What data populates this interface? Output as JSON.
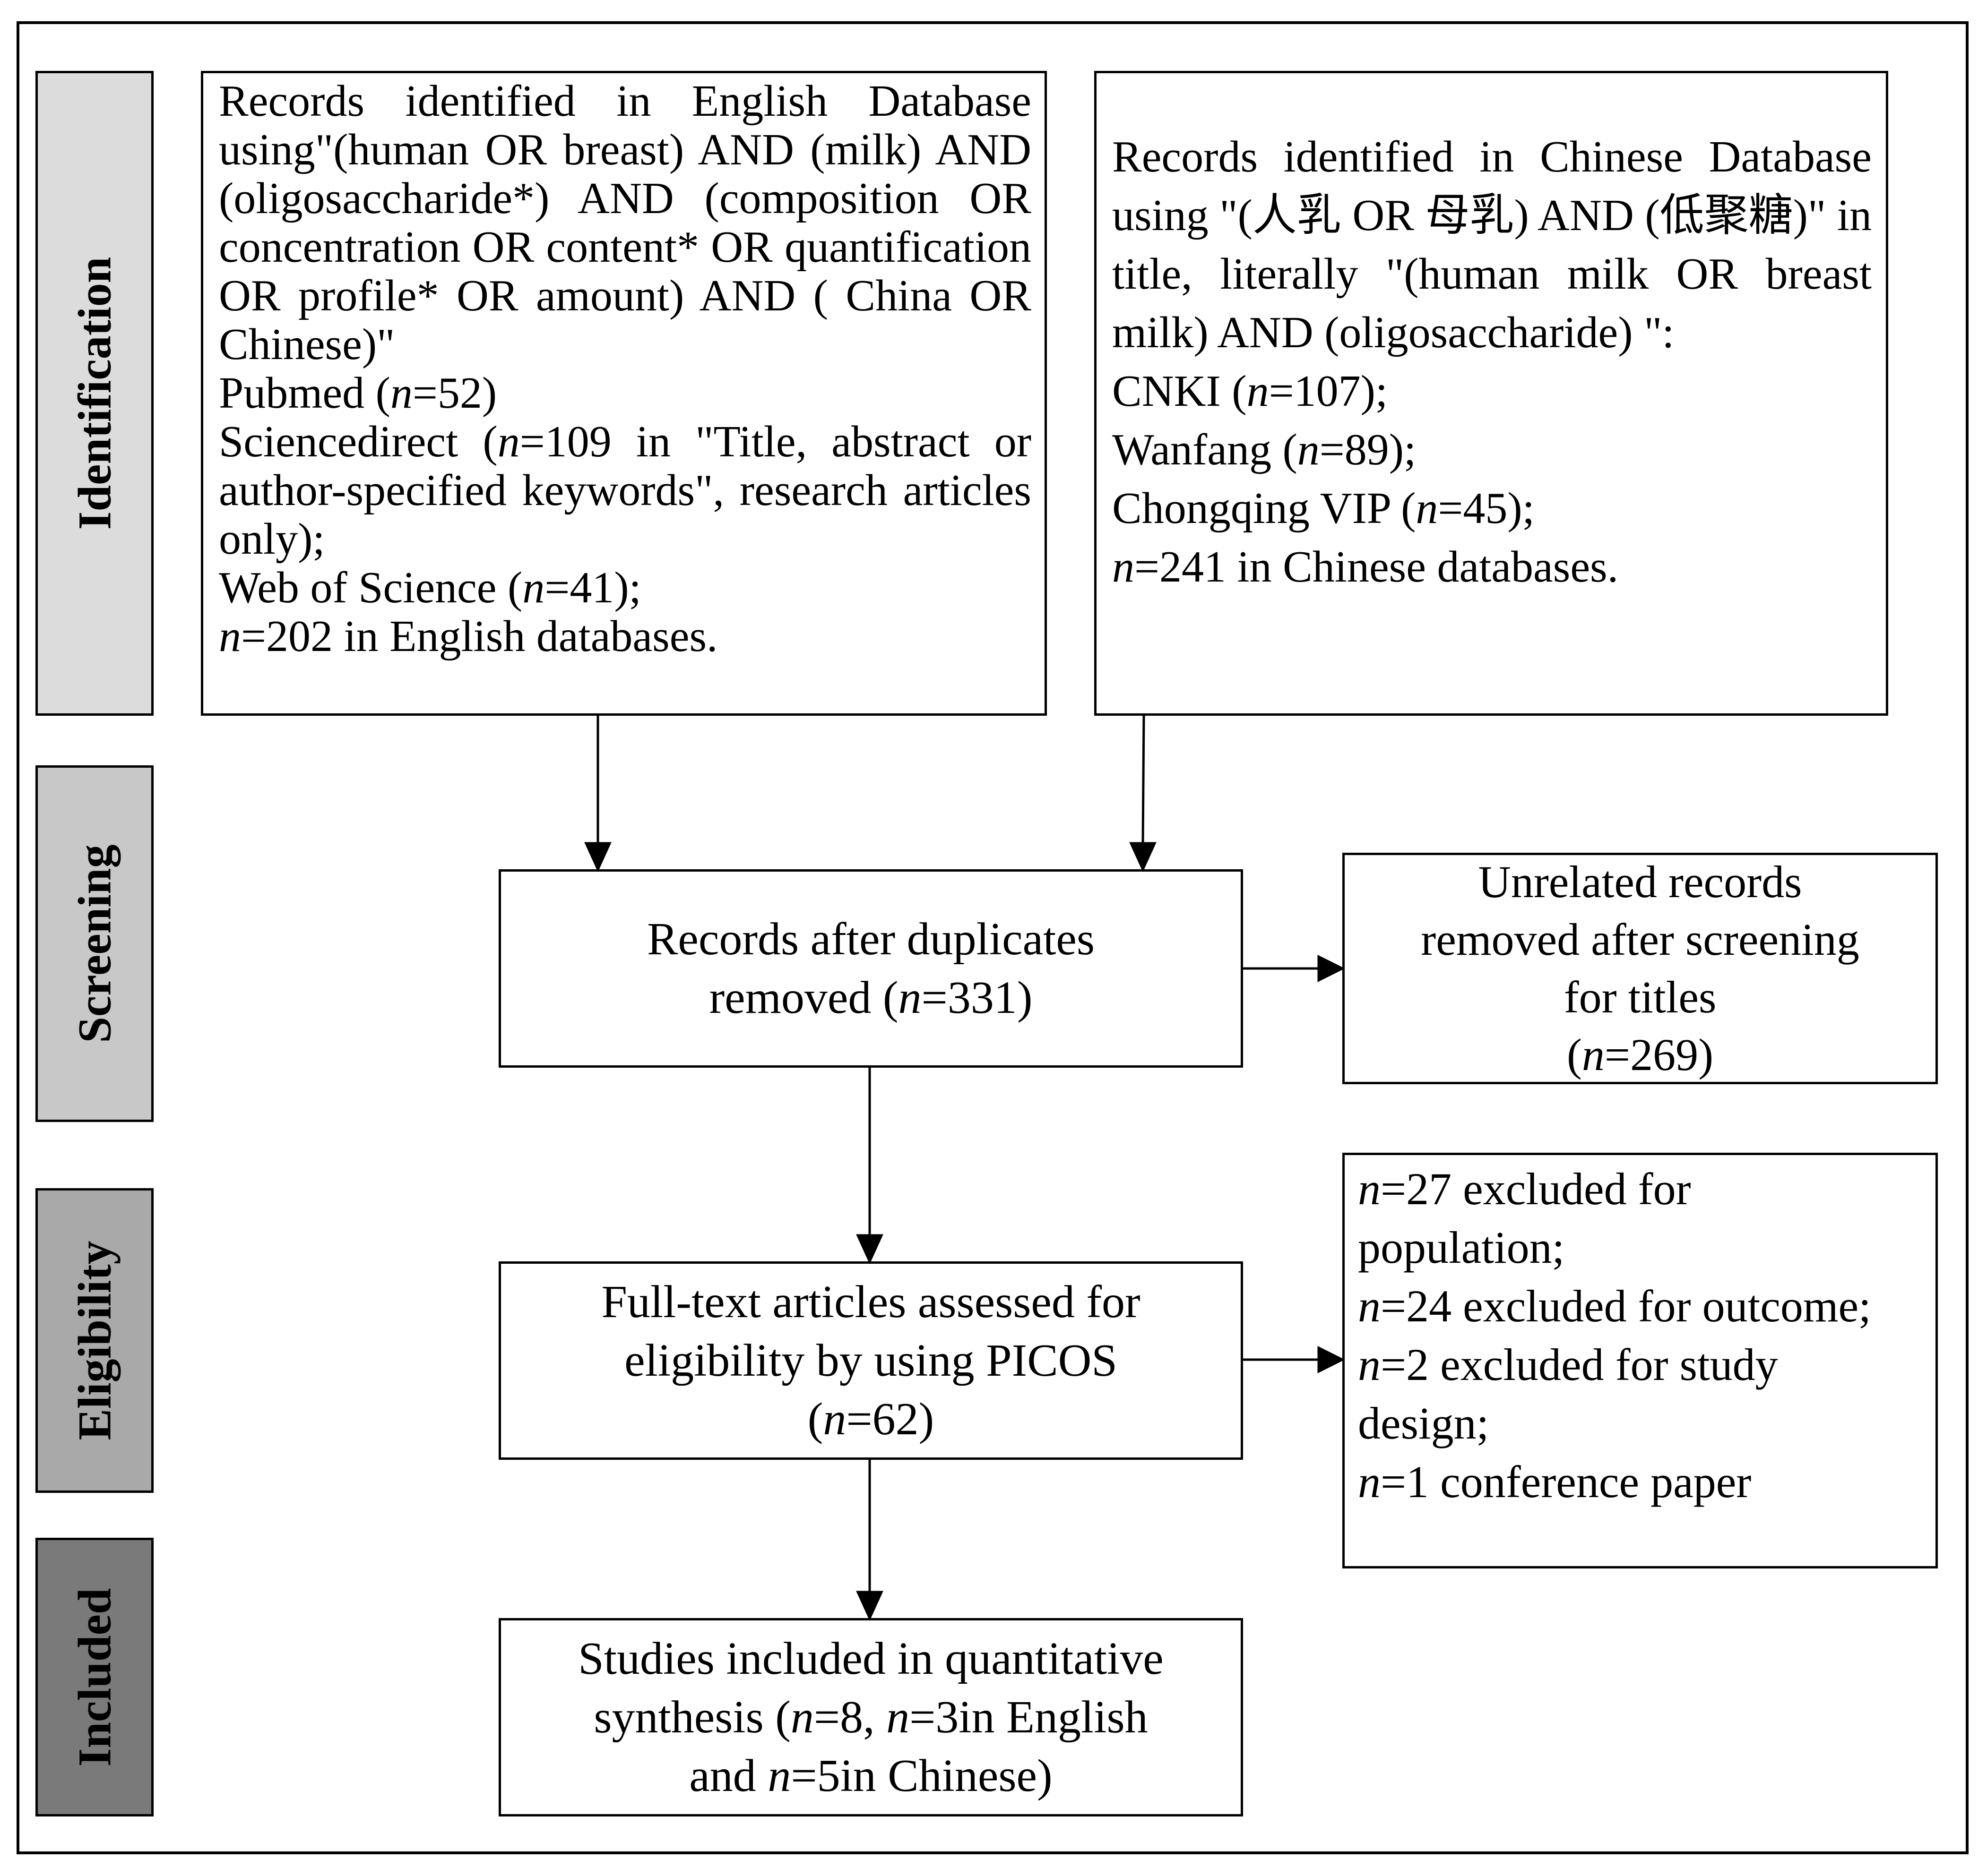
{
  "stages": {
    "identification": "Identification",
    "screening": "Screening",
    "eligibility": "Eligibility",
    "included": "Included"
  },
  "english_box": {
    "p1": "Records identified in English Database using\"(human OR breast) AND (milk) AND (oligosaccharide*) AND (composition OR concentration OR content* OR quantification OR profile* OR amount) AND ( China OR Chinese)\"",
    "p2_prefix": "Pubmed (",
    "p2_n": "n",
    "p2_suffix": "=52)",
    "p3_prefix": "Sciencedirect (",
    "p3_n": "n",
    "p3_suffix": "=109 in \"Title, abstract or author-specified keywords\", research articles only);",
    "p4_prefix": "Web of Science (",
    "p4_n": "n",
    "p4_suffix": "=41);",
    "p5_n": "n",
    "p5_suffix": "=202 in English databases."
  },
  "chinese_box": {
    "p1": "Records identified in Chinese Database using \"(人乳 OR 母乳) AND (低聚糖)\" in title, literally \"(human milk OR breast milk) AND (oligosaccharide) \":",
    "p2_prefix": "CNKI (",
    "p2_n": "n",
    "p2_suffix": "=107);",
    "p3_prefix": "Wanfang (",
    "p3_n": "n",
    "p3_suffix": "=89);",
    "p4_prefix": "Chongqing VIP (",
    "p4_n": "n",
    "p4_suffix": "=45);",
    "p5_n": "n",
    "p5_suffix": "=241 in Chinese databases."
  },
  "duplicates_box": {
    "line1": "Records after duplicates",
    "line2_prefix": "removed (",
    "line2_n": "n",
    "line2_suffix": "=331)"
  },
  "unrelated_box": {
    "line1": "Unrelated records",
    "line2": "removed after screening",
    "line3": "for titles",
    "line4_prefix": "(",
    "line4_n": "n",
    "line4_suffix": "=269)"
  },
  "fulltext_box": {
    "line1": "Full-text articles assessed for",
    "line2": "eligibility by using PICOS",
    "line3_prefix": "(",
    "line3_n": "n",
    "line3_suffix": "=62)"
  },
  "excluded_box": {
    "i1_n": "n",
    "i1_suffix": "=27 excluded for population;",
    "i2_n": "n",
    "i2_suffix": "=24 excluded for outcome;",
    "i3_n": "n",
    "i3_suffix": "=2 excluded for study design;",
    "i4_n": "n",
    "i4_suffix": "=1 conference paper"
  },
  "included_box": {
    "line1": "Studies included in quantitative",
    "line2_prefix": "synthesis (",
    "line2_n1": "n",
    "line2_mid": "=8, ",
    "line2_n2": "n",
    "line2_suffix": "=3in English",
    "line3_prefix": "and ",
    "line3_n": "n",
    "line3_suffix": "=5in Chinese)"
  },
  "colors": {
    "identification": "#dcdcdc",
    "screening": "#c8c8c8",
    "eligibility": "#a9a9a9",
    "included": "#7a7a7a"
  }
}
